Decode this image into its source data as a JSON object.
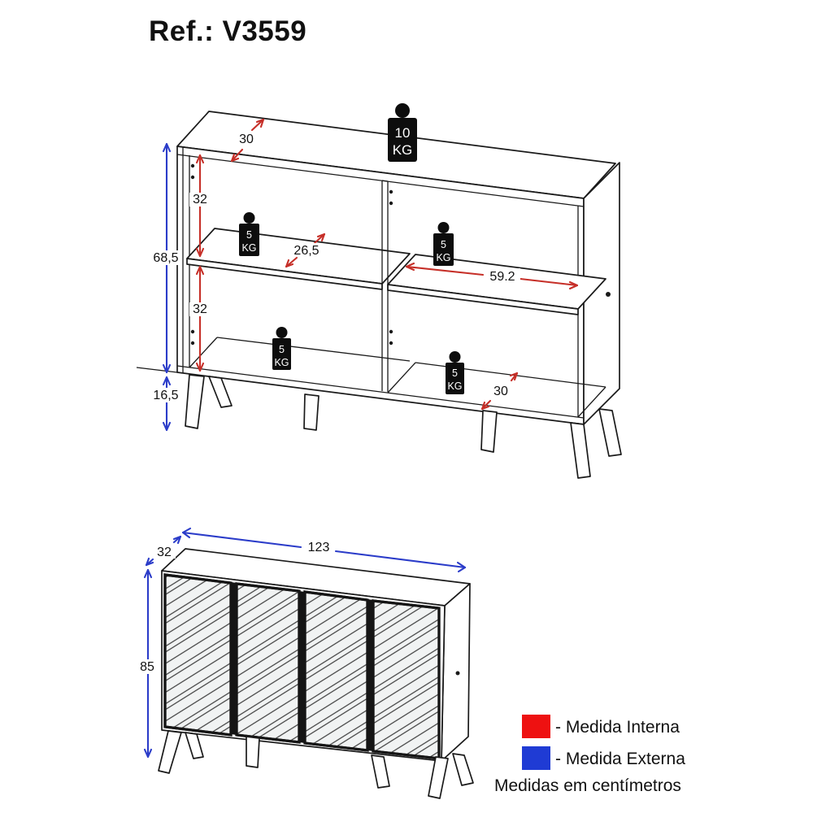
{
  "title": "Ref.: V3559",
  "colors": {
    "internal": "#ee1111",
    "external": "#1f3bd4",
    "arrow_internal": "#c62f28",
    "arrow_external": "#2b3cc9"
  },
  "top_view": {
    "depth_top": "30",
    "upper_section": "32",
    "lower_section": "32",
    "body_height": "68,5",
    "legs_height": "16,5",
    "left_shelf_depth": "26,5",
    "right_shelf_width": "59.2",
    "bottom_depth": "30",
    "weights": {
      "top": {
        "value": "10",
        "unit": "KG"
      },
      "left_shelf": {
        "value": "5",
        "unit": "KG"
      },
      "right_shelf": {
        "value": "5",
        "unit": "KG"
      },
      "bottom_left": {
        "value": "5",
        "unit": "KG"
      },
      "bottom_right": {
        "value": "5",
        "unit": "KG"
      }
    }
  },
  "front_view": {
    "width": "123",
    "depth": "32",
    "height": "85"
  },
  "legend": {
    "internal": "- Medida Interna",
    "external": "- Medida Externa",
    "note": "Medidas em centímetros"
  }
}
